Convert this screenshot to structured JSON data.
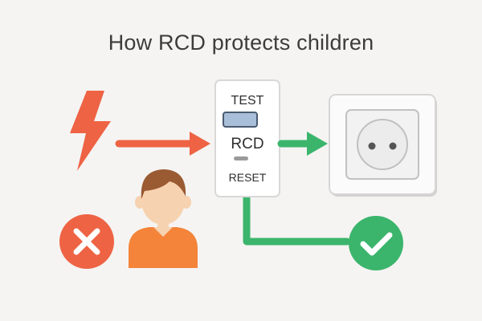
{
  "title": "How RCD protects children",
  "rcd": {
    "test_label": "TEST",
    "name_label": "RCD",
    "reset_label": "RESET"
  },
  "icons": {
    "hazard": "lightning-bolt-icon",
    "blocked": "cross-icon",
    "safe": "check-icon",
    "person": "child-icon",
    "outlet": "power-socket-icon"
  },
  "colors": {
    "background": "#f5f4f2",
    "danger": "#ee6344",
    "safe": "#3bb56c",
    "person_shirt": "#f4843a",
    "hair": "#9a5a32",
    "skin": "#f7d2b0",
    "test_button": "#a9bfd9"
  }
}
